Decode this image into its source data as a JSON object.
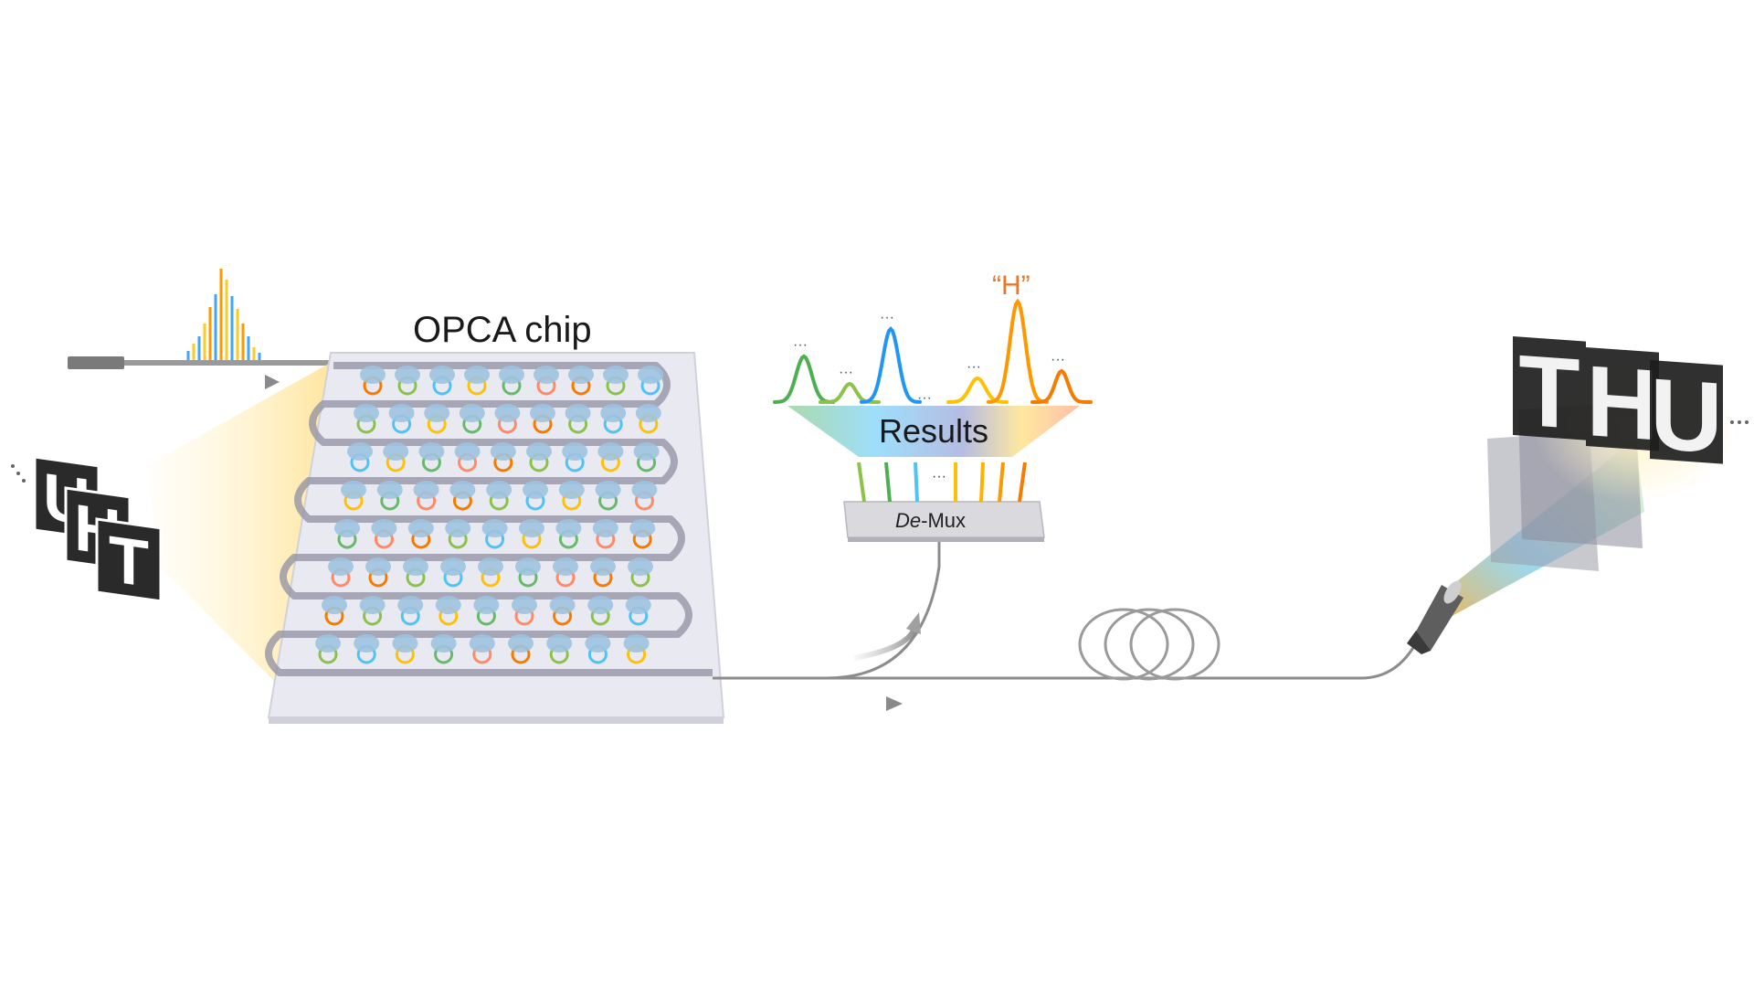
{
  "labels": {
    "chip": "OPCA chip",
    "results": "Results",
    "demux_italic": "De",
    "demux_rest": "-Mux",
    "peak_quote": "“H”",
    "ellipsis": "···"
  },
  "input_letters": [
    "U",
    "H",
    "T"
  ],
  "output_letters": [
    "T",
    "H",
    "U"
  ],
  "colors": {
    "chip_base": "#e6e7ee",
    "waveguide": "#8f8fa3",
    "ring": "#9ec3df",
    "fiber": "#8c8c8c",
    "spectrum": [
      "#4caf50",
      "#8bc34a",
      "#2196f3",
      "#ffc107",
      "#ff9800",
      "#f57c00"
    ],
    "accent_text": "#e8772e"
  }
}
